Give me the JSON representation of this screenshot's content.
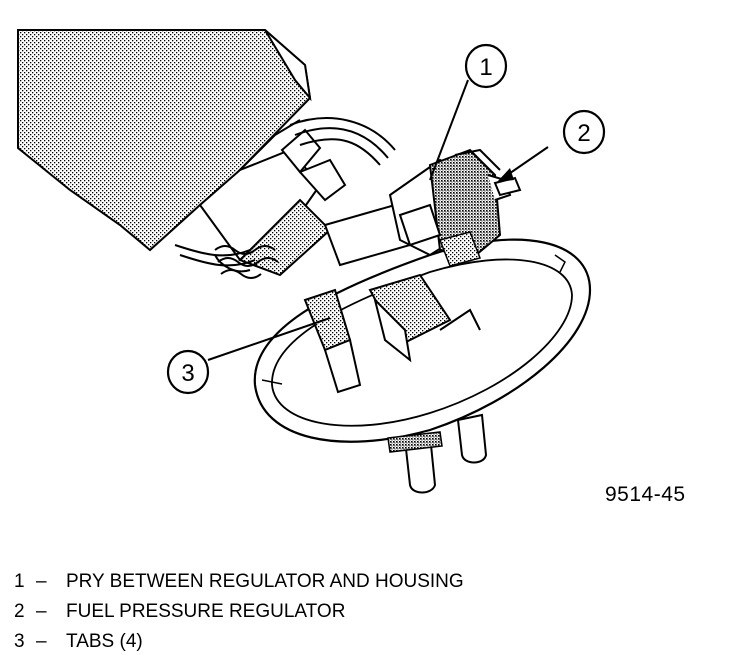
{
  "figure": {
    "callouts": [
      {
        "label": "1"
      },
      {
        "label": "2"
      },
      {
        "label": "3"
      }
    ],
    "figure_id": "9514-45"
  },
  "legend": [
    {
      "num": "1",
      "sep": "–",
      "text": "PRY BETWEEN REGULATOR AND HOUSING"
    },
    {
      "num": "2",
      "sep": "–",
      "text": "FUEL PRESSURE REGULATOR"
    },
    {
      "num": "3",
      "sep": "–",
      "text": "TABS (4)"
    }
  ]
}
